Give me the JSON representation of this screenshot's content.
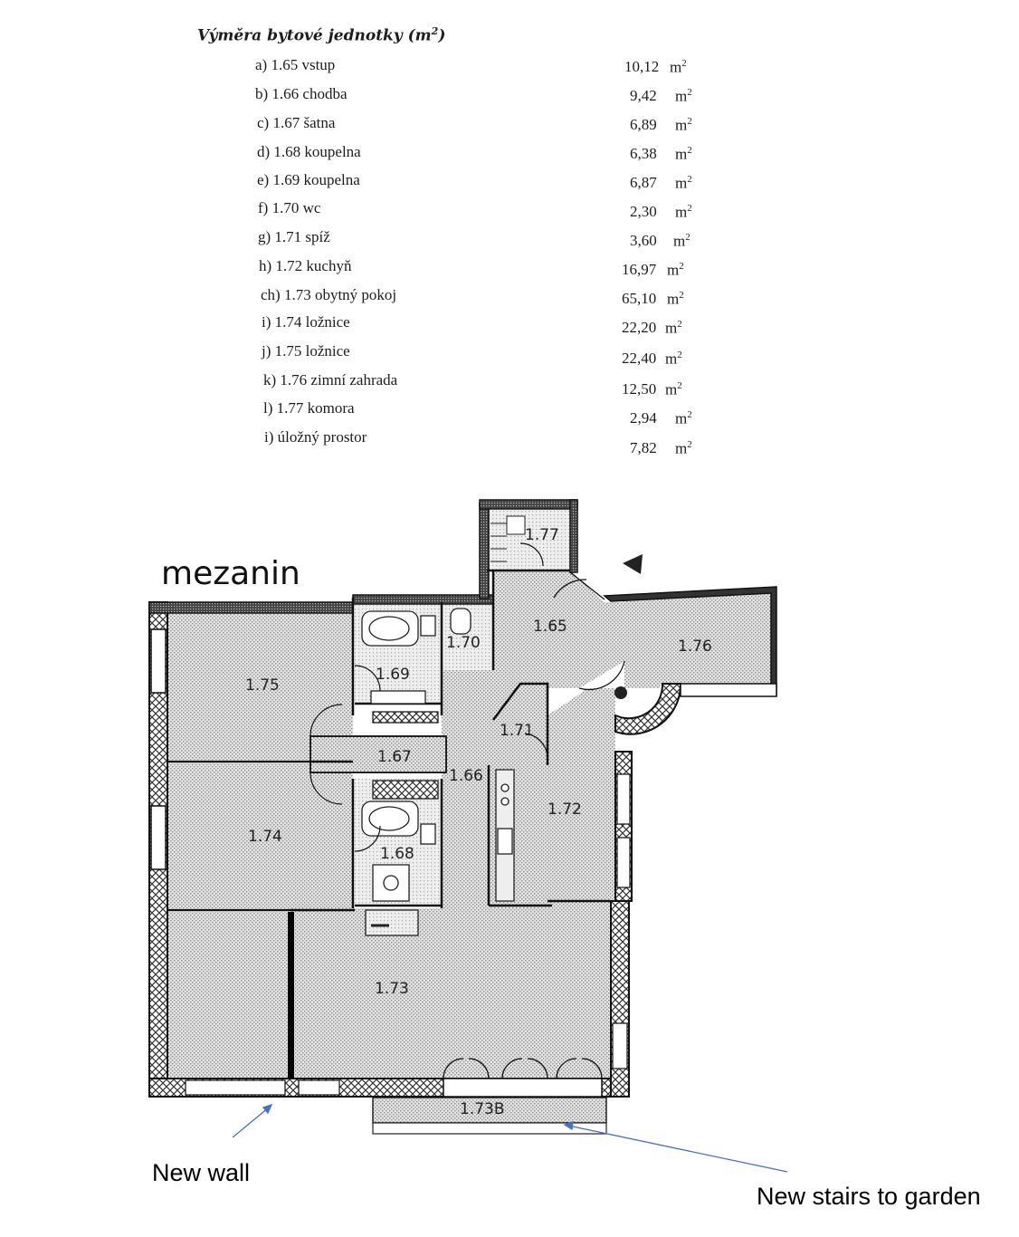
{
  "area_table": {
    "title": "Výměra bytové jednotky (m",
    "title_sup": "2",
    "title_close": ")",
    "unit": "m",
    "unit_sup": "2",
    "rows": [
      {
        "label": "a) 1.65 vstup",
        "value": "10,12"
      },
      {
        "label": "b) 1.66 chodba",
        "value": "9,42"
      },
      {
        "label": "c) 1.67 šatna",
        "value": "6,89"
      },
      {
        "label": "d) 1.68 koupelna",
        "value": "6,38"
      },
      {
        "label": "e) 1.69 koupelna",
        "value": "6,87"
      },
      {
        "label": "f) 1.70 wc",
        "value": "2,30"
      },
      {
        "label": "g) 1.71 spíž",
        "value": "3,60"
      },
      {
        "label": "h) 1.72 kuchyň",
        "value": "16,97"
      },
      {
        "label": "ch) 1.73 obytný pokoj",
        "value": "65,10"
      },
      {
        "label": "i) 1.74 ložnice",
        "value": "22,20"
      },
      {
        "label": "j) 1.75 ložnice",
        "value": "22,40"
      },
      {
        "label": "k) 1.76 zimní zahrada",
        "value": "12,50"
      },
      {
        "label": "l) 1.77 komora",
        "value": "2,94"
      },
      {
        "label": "i) úložný prostor",
        "value": "7,82"
      }
    ]
  },
  "floor_plan": {
    "title": "mezanin",
    "rooms": {
      "r165": "1.65",
      "r166": "1.66",
      "r167": "1.67",
      "r168": "1.68",
      "r169": "1.69",
      "r170": "1.70",
      "r171": "1.71",
      "r172": "1.72",
      "r173": "1.73",
      "r173b": "1.73B",
      "r174": "1.74",
      "r175": "1.75",
      "r176": "1.76",
      "r177": "1.77"
    }
  },
  "annotations": {
    "new_wall": "New wall",
    "new_stairs": "New stairs to garden",
    "arrow_color": "#4472c4"
  }
}
